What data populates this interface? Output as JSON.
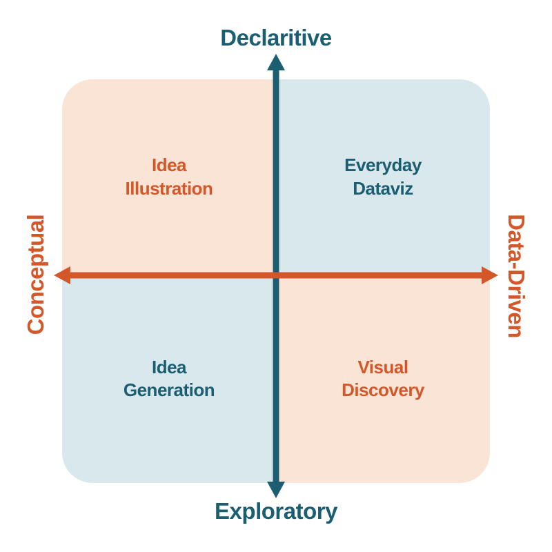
{
  "colors": {
    "teal": "#1b5e72",
    "orange": "#d4572a",
    "peach": "#fae4d5",
    "light_blue": "#d9e8ed",
    "white": "#ffffff"
  },
  "axes": {
    "top": "Declaritive",
    "bottom": "Exploratory",
    "left": "Conceptual",
    "right": "Data-Driven"
  },
  "quadrants": {
    "top_left": {
      "line1": "Idea",
      "line2": "Illustration",
      "color": "#d4572a"
    },
    "top_right": {
      "line1": "Everyday",
      "line2": "Dataviz",
      "color": "#1b5e72"
    },
    "bottom_left": {
      "line1": "Idea",
      "line2": "Generation",
      "color": "#1b5e72"
    },
    "bottom_right": {
      "line1": "Visual",
      "line2": "Discovery",
      "color": "#d4572a"
    }
  }
}
